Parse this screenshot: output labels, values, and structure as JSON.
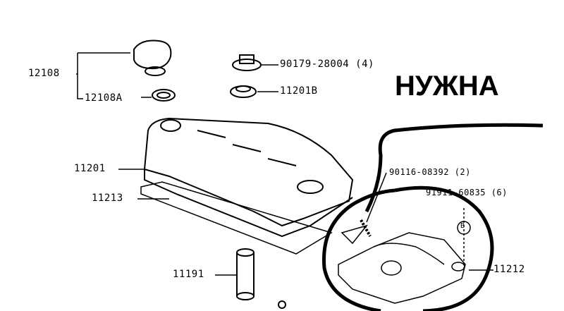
{
  "annotation": "НУЖНА",
  "parts": {
    "oil_cap": "12108",
    "oil_cap_gasket": "12108A",
    "nut": "90179-28004 (4)",
    "grommet": "11201B",
    "cylinder_head_cover": "11201",
    "cover_gasket": "11213",
    "tube": "11191",
    "stud_bolt": "90116-08392 (2)",
    "bolt": "91911-60835 (6)",
    "cover_part": "11212",
    "bolt_ref_mark": "B"
  },
  "colors": {
    "line": "#000000",
    "background": "#ffffff"
  }
}
